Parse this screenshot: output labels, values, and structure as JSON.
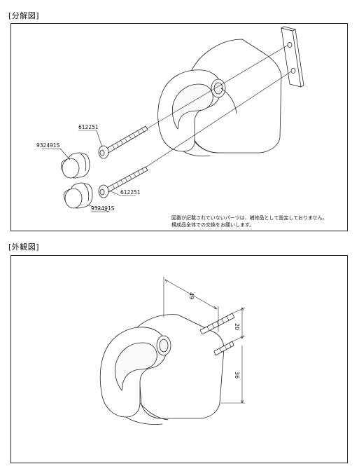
{
  "exploded": {
    "title": "[分解図]",
    "parts": {
      "screw_top": "612251",
      "cap_top": "932491S",
      "screw_bottom": "612251",
      "cap_bottom": "932491S"
    },
    "note_line1": "図番が記載されていないパーツは、補修品として設定しておりません。",
    "note_line2": "構成品全体での交換をお願いします。"
  },
  "exterior": {
    "title": "[外観図]",
    "dimensions": {
      "width": "49",
      "hole_pitch": "20",
      "height": "36"
    }
  }
}
